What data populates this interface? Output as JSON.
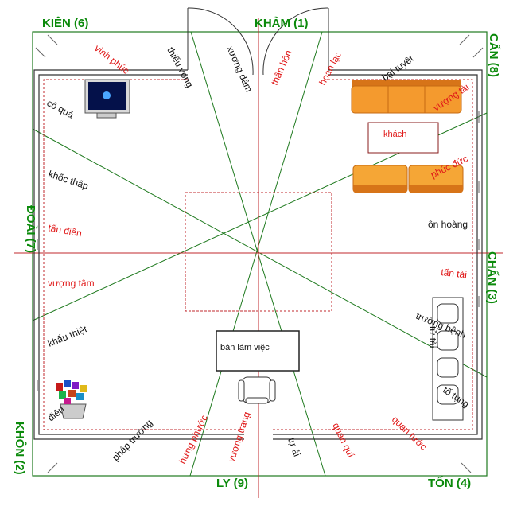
{
  "colors": {
    "direction_text": "#0b8a0b",
    "auspicious_text": "#e01818",
    "inauspicious_text": "#111111",
    "grid_line": "#1f7a1f",
    "axis_line": "#c0282d",
    "sofa": "#f49a2e"
  },
  "directions": {
    "kien": "KIÊN (6)",
    "kham": "KHẢM (1)",
    "can": "CẤN (8)",
    "doai": "ĐOÀI (7)",
    "chan": "CHẤN (3)",
    "khon": "KHÔN (2)",
    "ly": "LY (9)",
    "ton": "TỐN (4)"
  },
  "stars": {
    "vinh_phuc": "vinh phúc",
    "thieu_vong": "thiếu vong",
    "xuong_dam": "xương dâm",
    "than_hon": "thân hôn",
    "hoan_lac": "hoan lạc",
    "bai_tuyet": "bại tuyệt",
    "vuong_tai": "vượng tài",
    "co_qua": "cô quả",
    "khoc_thap": "khốc thấp",
    "tan_dien": "tấn điền",
    "vuong_tam": "vượng tâm",
    "khau_thiet": "khẩu thiệt",
    "dien": "điên",
    "phap_truong": "pháp trường",
    "hung_phuoc": "hưng phước",
    "vuong_trang": "vượng trang",
    "tu_ai": "tự ải",
    "quan_qui": "quan quí",
    "quan_tuoc": "quan tước",
    "phuc_duc": "phúc đức",
    "on_hoang": "ôn hoàng",
    "tan_tai": "tấn tài",
    "truong_benh": "trường bệnh",
    "tu_tai": "tử tài",
    "to_tung": "tố tụng"
  },
  "furniture": {
    "khach": "khách",
    "desk": "bàn làm việc"
  },
  "icons": {
    "monitor": "monitor-icon",
    "flowers": "flower-pot-icon",
    "chair": "chair-icon",
    "sofa": "sofa-icon"
  }
}
